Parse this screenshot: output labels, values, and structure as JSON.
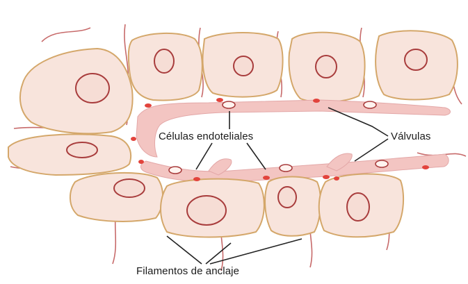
{
  "labels": {
    "endothelial_cells": "Células endoteliales",
    "valves": "Válvulas",
    "anchoring_filaments": "Filamentos de anclaje"
  },
  "colors": {
    "cell_fill": "#f8e4dc",
    "cell_outline": "#d4a76a",
    "nucleus_outline": "#a83c3c",
    "vessel_wall": "#f3c5c2",
    "junction": "#e2433c",
    "filament": "#c76a6a",
    "leader_line": "#222222"
  }
}
